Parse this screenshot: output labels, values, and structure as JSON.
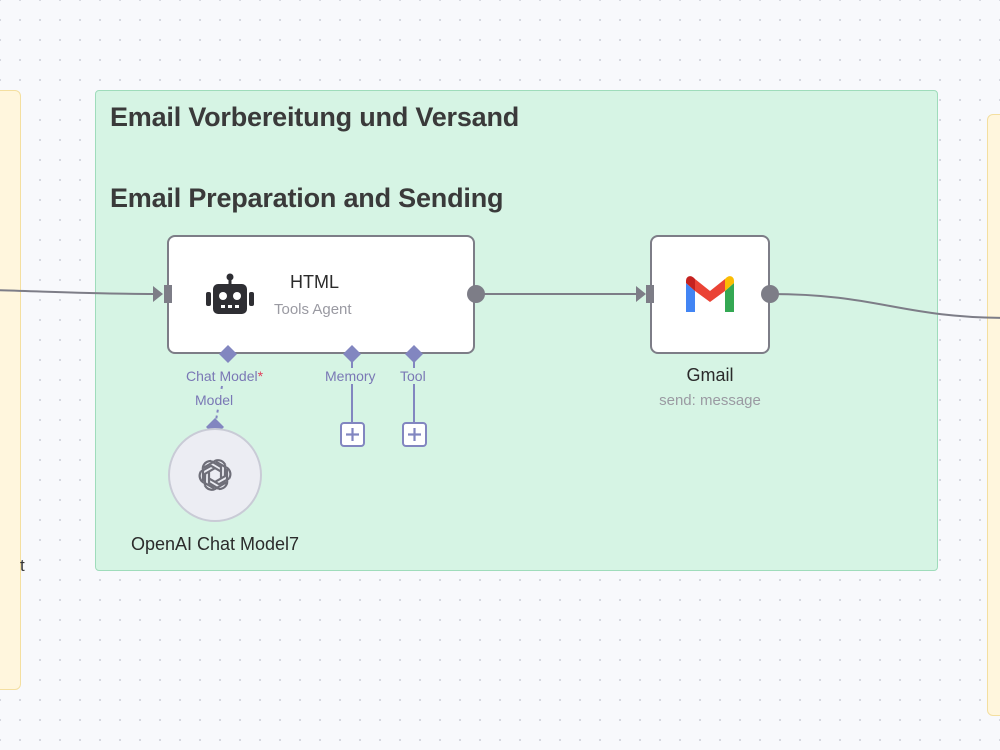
{
  "canvas": {
    "left_sticky_partial_text": "t"
  },
  "group": {
    "title_de": "Email Vorbereitung und Versand",
    "title_en": "Email Preparation and Sending"
  },
  "agent_node": {
    "name": "HTML",
    "subtitle": "Tools Agent",
    "icon": "robot-icon",
    "ports": {
      "chat_model": "Chat Model",
      "chat_model_required": "*",
      "memory": "Memory",
      "tool": "Tool"
    }
  },
  "gmail_node": {
    "name": "Gmail",
    "subtitle": "send: message",
    "icon": "gmail-icon"
  },
  "openai_node": {
    "name": "OpenAI Chat Model7",
    "port_label": "Model",
    "icon": "openai-icon"
  },
  "colors": {
    "group_bg": "#d6f4e4",
    "sticky_bg": "#fff6dd",
    "port_purple": "#8286c0",
    "connector_gray": "#7d7d87"
  }
}
